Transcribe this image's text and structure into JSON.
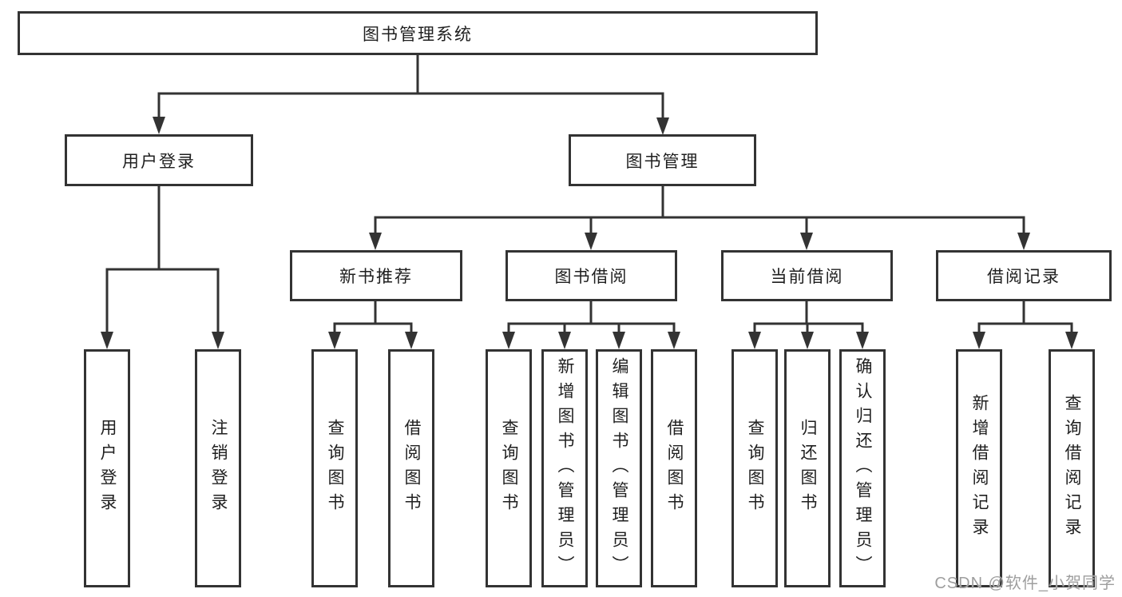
{
  "diagram": {
    "root_label": "图书管理系统",
    "level2": [
      {
        "label": "用户登录",
        "children": [
          "用户登录",
          "注销登录"
        ]
      },
      {
        "label": "图书管理"
      }
    ],
    "level3": [
      {
        "label": "新书推荐",
        "children": [
          "查询图书",
          "借阅图书"
        ]
      },
      {
        "label": "图书借阅",
        "children": [
          "查询图书",
          "新增图书（管理员）",
          "编辑图书（管理员）",
          "借阅图书"
        ]
      },
      {
        "label": "当前借阅",
        "children": [
          "查询图书",
          "归还图书",
          "确认归还（管理员）"
        ]
      },
      {
        "label": "借阅记录",
        "children": [
          "新增借阅记录",
          "查询借阅记录"
        ]
      }
    ]
  },
  "watermark": {
    "text": "CSDN @软件_小贺同学"
  },
  "colors": {
    "border": "#333333",
    "line": "#333333",
    "text": "#1f1f1f",
    "background": "#ffffff",
    "watermark": "#9e9e9e"
  }
}
